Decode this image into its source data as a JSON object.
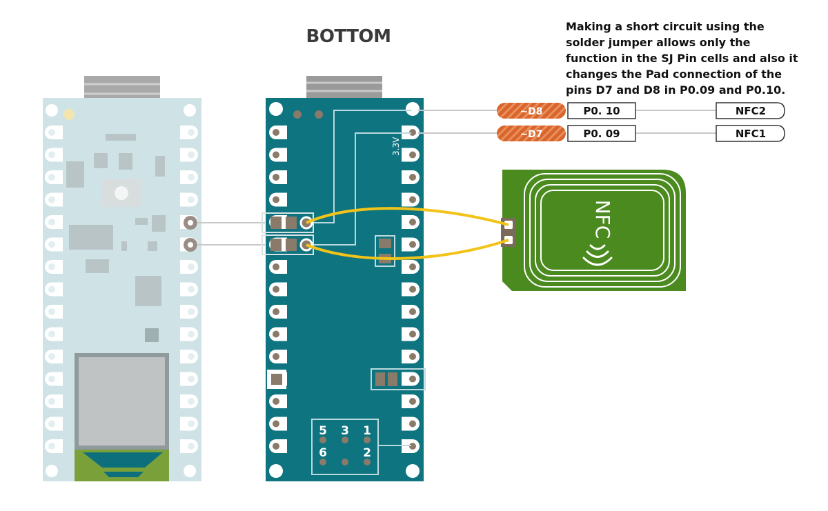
{
  "diagram": {
    "title": "BOTTOM",
    "note": "Making a short circuit using the solder jumper allows only the function in the SJ Pin cells and also it changes the Pad connection of the pins D7 and D8 in P0.09 and P0.10.",
    "silkscreen_label": "3.3V",
    "pin_rows": [
      {
        "board_pin": "~D8",
        "port": "P0. 10",
        "function": "NFC2"
      },
      {
        "board_pin": "~D7",
        "port": "P0. 09",
        "function": "NFC1"
      }
    ],
    "antenna_label": "NFC",
    "connector_pin_labels": [
      "5",
      "3",
      "1",
      "6",
      "2"
    ],
    "colors": {
      "board_teal": "#0e7480",
      "board_light": "#cfe3e6",
      "wire_yellow": "#f2c318",
      "antenna_green": "#4b8a1f",
      "pin_orange": "#d9652b",
      "header_gray": "#9a9a9a"
    }
  }
}
